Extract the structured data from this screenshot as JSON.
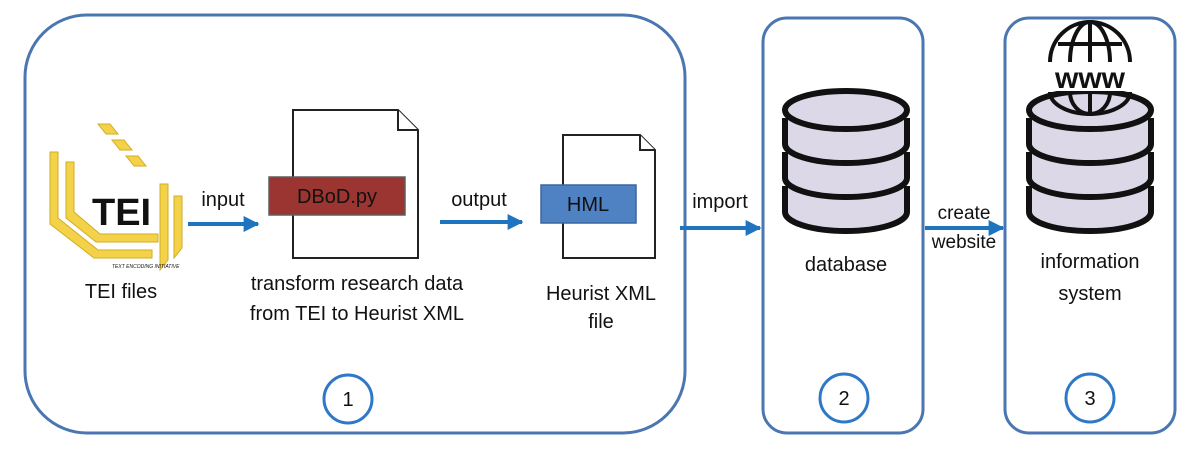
{
  "colors": {
    "panel_border": "#4a76b2",
    "arrow": "#1f74c0",
    "script_box": "#9b3531",
    "hml_box": "#4f82c3",
    "database_fill": "#dcd8e8",
    "tei_yellow": "#f3d24a",
    "number_circle": "#2f78c8"
  },
  "icons": {
    "tei_logo": "tei-logo-icon",
    "document": "document-icon",
    "database": "database-icon",
    "globe": "globe-www-icon"
  },
  "tei": {
    "logo_text": "TEI",
    "logo_caption": "TEXT ENCODING INITIATIVE",
    "label": "TEI files"
  },
  "arrows": {
    "input": "input",
    "output": "output",
    "import": "import",
    "create_line1": "create",
    "create_line2": "website"
  },
  "script": {
    "name": "DBoD.py",
    "caption_line1": "transform research data",
    "caption_line2": "from TEI to Heurist XML"
  },
  "hml": {
    "name": "HML",
    "caption_line1": "Heurist XML",
    "caption_line2": "file"
  },
  "database": {
    "label": "database"
  },
  "information_system": {
    "globe_text": "www",
    "label_line1": "information",
    "label_line2": "system"
  },
  "steps": [
    "1",
    "2",
    "3"
  ]
}
